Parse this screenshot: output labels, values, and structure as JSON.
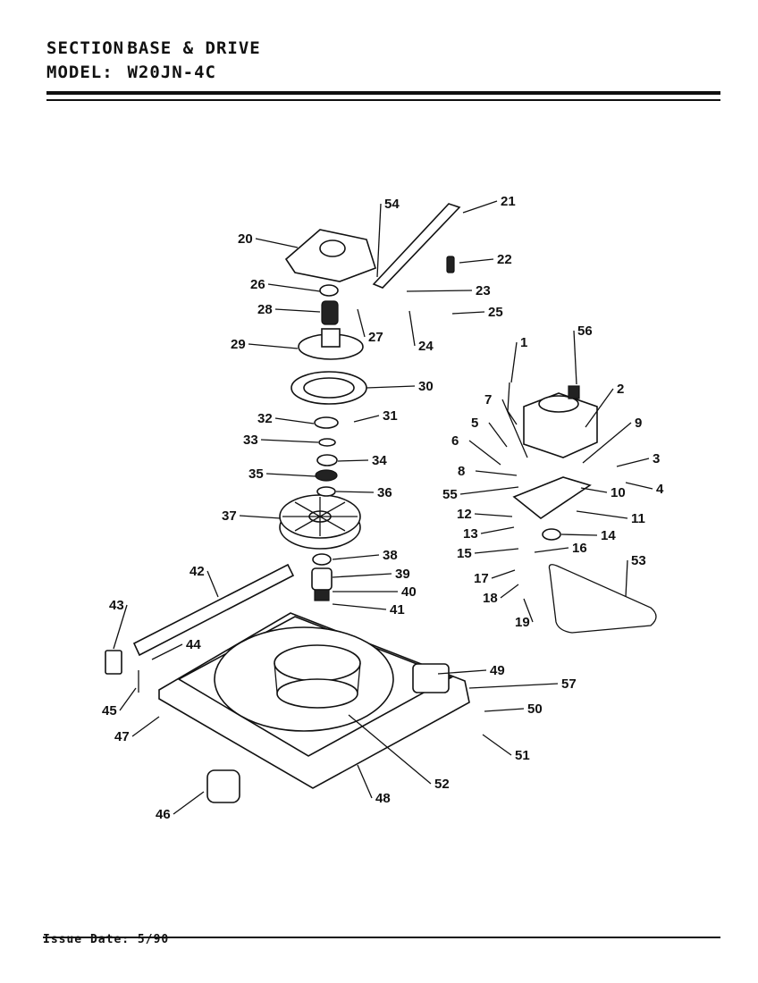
{
  "header": {
    "section_label": "SECTION:",
    "section_value": "BASE & DRIVE",
    "model_label": "MODEL:",
    "model_value": "W20JN-4C"
  },
  "footer": {
    "issue_date": "Issue Date: 5/90"
  },
  "callouts": [
    "1",
    "2",
    "3",
    "4",
    "5",
    "6",
    "7",
    "8",
    "9",
    "10",
    "11",
    "12",
    "13",
    "14",
    "15",
    "16",
    "17",
    "18",
    "19",
    "20",
    "21",
    "22",
    "23",
    "24",
    "25",
    "26",
    "27",
    "28",
    "29",
    "30",
    "31",
    "32",
    "33",
    "34",
    "35",
    "36",
    "37",
    "38",
    "39",
    "40",
    "41",
    "42",
    "43",
    "44",
    "45",
    "46",
    "47",
    "48",
    "49",
    "50",
    "51",
    "52",
    "53",
    "54",
    "55",
    "56",
    "57"
  ]
}
